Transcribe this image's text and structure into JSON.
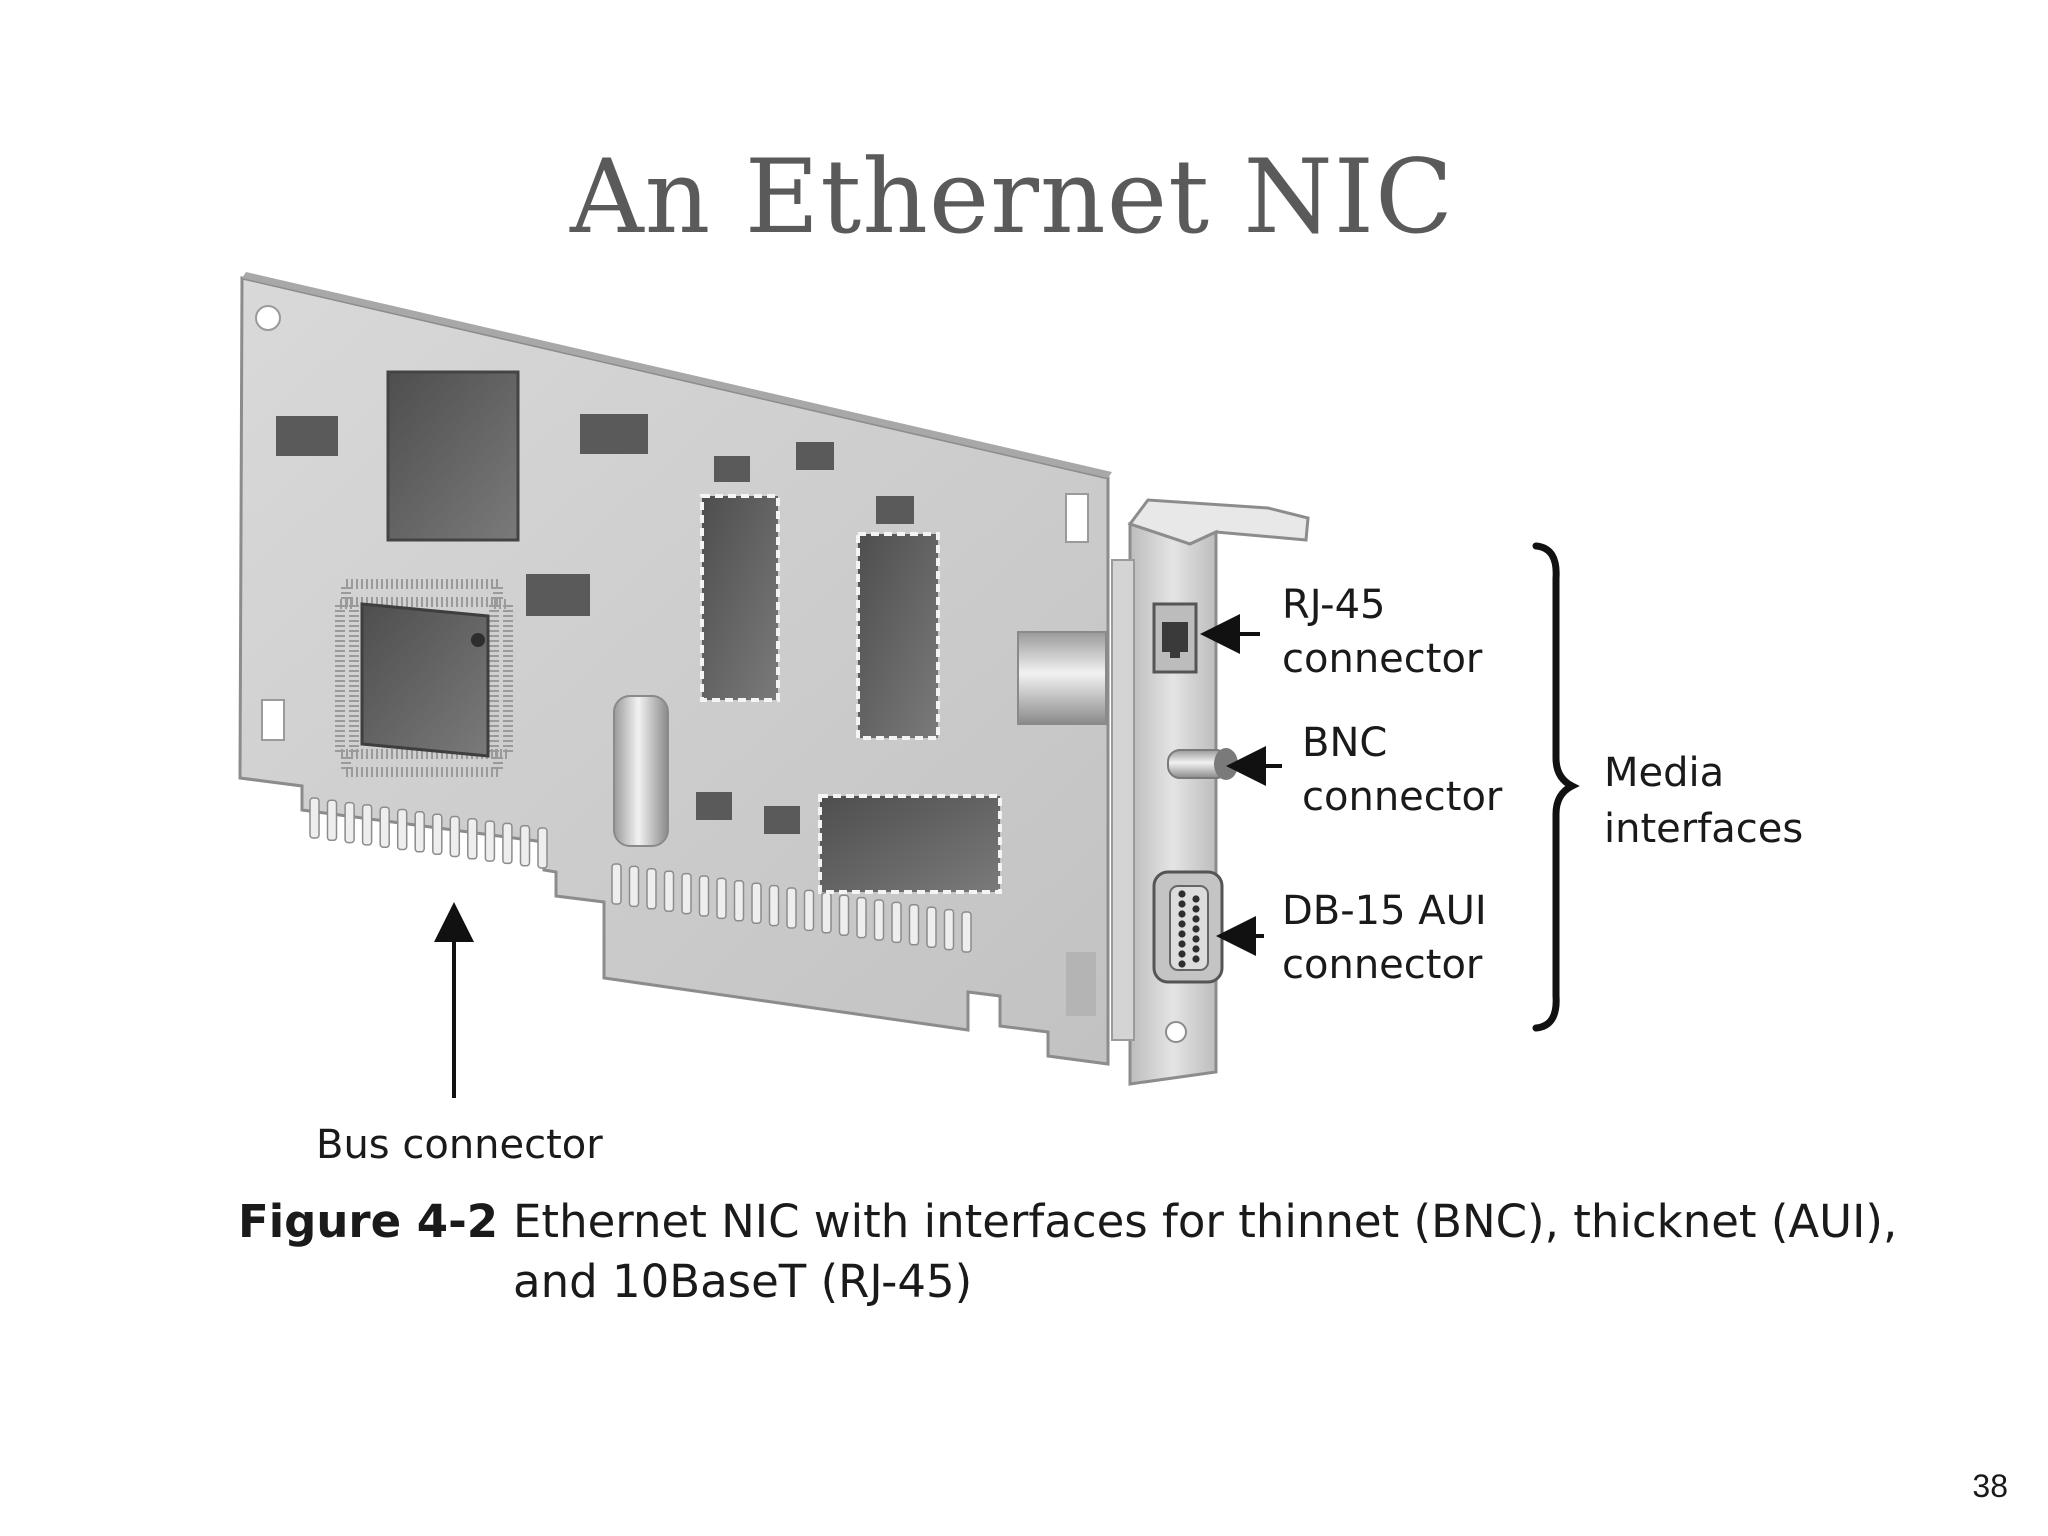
{
  "slide": {
    "title": "An Ethernet NIC",
    "page_number": "38"
  },
  "figure": {
    "labels": {
      "rj45_line1": "RJ-45",
      "rj45_line2": "connector",
      "bnc_line1": "BNC",
      "bnc_line2": "connector",
      "db15_line1": "DB-15 AUI",
      "db15_line2": "connector",
      "media_line1": "Media",
      "media_line2": "interfaces",
      "bus": "Bus connector"
    },
    "caption": {
      "label": "Figure 4-2",
      "text": "Ethernet NIC with interfaces for thinnet (BNC), thicknet (AUI), and 10BaseT (RJ-45)"
    }
  },
  "colors": {
    "board": "#cfcfcf",
    "chip": "#5e5e5e",
    "text": "#1a1a1a",
    "title": "#5a5a5a"
  }
}
